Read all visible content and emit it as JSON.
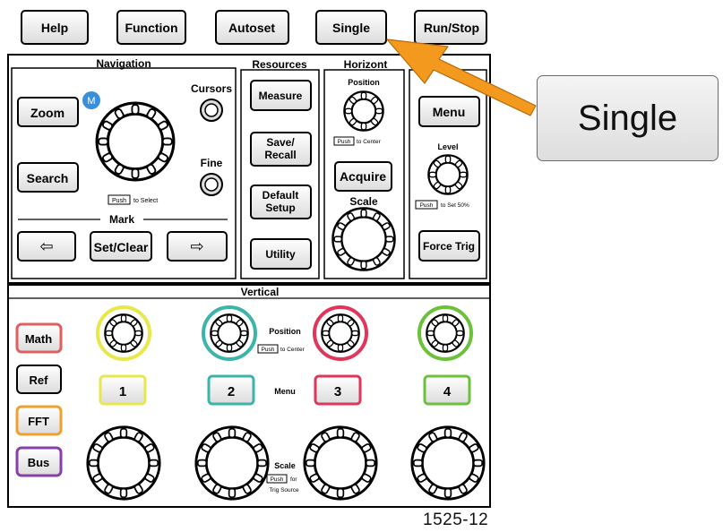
{
  "top_buttons": {
    "help": "Help",
    "function": "Function",
    "autoset": "Autoset",
    "single": "Single",
    "run_stop": "Run/Stop"
  },
  "navigation": {
    "title": "Navigation",
    "zoom": "Zoom",
    "m_badge": "M",
    "cursors": "Cursors",
    "search": "Search",
    "fine": "Fine",
    "push_key": "Push",
    "push_hint": "to Select",
    "mark": "Mark",
    "prev_arrow": "⇦",
    "set_clear": "Set/Clear",
    "next_arrow": "⇨"
  },
  "resources": {
    "title": "Resources",
    "measure": "Measure",
    "save_recall": [
      "Save/",
      "Recall"
    ],
    "default_setup": [
      "Default",
      "Setup"
    ],
    "utility": "Utility"
  },
  "horizontal": {
    "title": "Horizont",
    "position": "Position",
    "push_key": "Push",
    "push_hint": "to Center",
    "acquire": "Acquire",
    "scale": "Scale"
  },
  "trigger": {
    "menu": "Menu",
    "level": "Level",
    "push_key": "Push",
    "push_hint": "to Set 50%",
    "force_trig": "Force Trig"
  },
  "vertical": {
    "title": "Vertical",
    "math": "Math",
    "ref": "Ref",
    "fft": "FFT",
    "bus": "Bus",
    "ch1": "1",
    "ch2": "2",
    "ch3": "3",
    "ch4": "4",
    "position": "Position",
    "position_push_key": "Push",
    "position_push_hint": "to Center",
    "menu": "Menu",
    "scale": "Scale",
    "scale_push_key": "Push",
    "scale_push_hint": "for",
    "trig_source": "Trig Source"
  },
  "callout": "Single",
  "figure_number": "1525-12",
  "colors": {
    "ch1": "#e8e84a",
    "ch2": "#3bb4aa",
    "ch3": "#e0365a",
    "ch4": "#6cc13a",
    "math": "#e06060",
    "fft": "#f0a030",
    "bus": "#8a3fa8",
    "m_badge": "#3a8fd8",
    "arrow": "#f39a1e"
  }
}
